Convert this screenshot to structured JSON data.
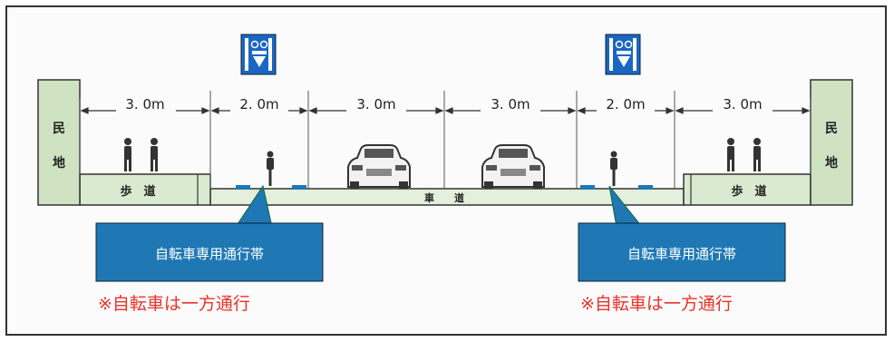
{
  "colors": {
    "sidewalk_fill": "#d9ead0",
    "land_fill": "#cfe3c2",
    "road_fill": "#e4efdc",
    "callout_fill": "#1f78b4",
    "callout_text": "#ffffff",
    "note_text": "#e8332a",
    "sign_blue": "#1a66c4",
    "lane_marker": "#1f78b4"
  },
  "icons": [
    "bicycle-lane-sign-icon",
    "pedestrian-icon",
    "cyclist-icon",
    "car-icon"
  ],
  "land_label": "民地",
  "sidewalk_label": "歩　道",
  "road_label": "車　　道",
  "widths": [
    "3. 0m",
    "2. 0m",
    "3. 0m",
    "3. 0m",
    "2. 0m",
    "3. 0m"
  ],
  "callout_text": "自転車専用通行帯",
  "note_text": "※自転車は一方通行"
}
